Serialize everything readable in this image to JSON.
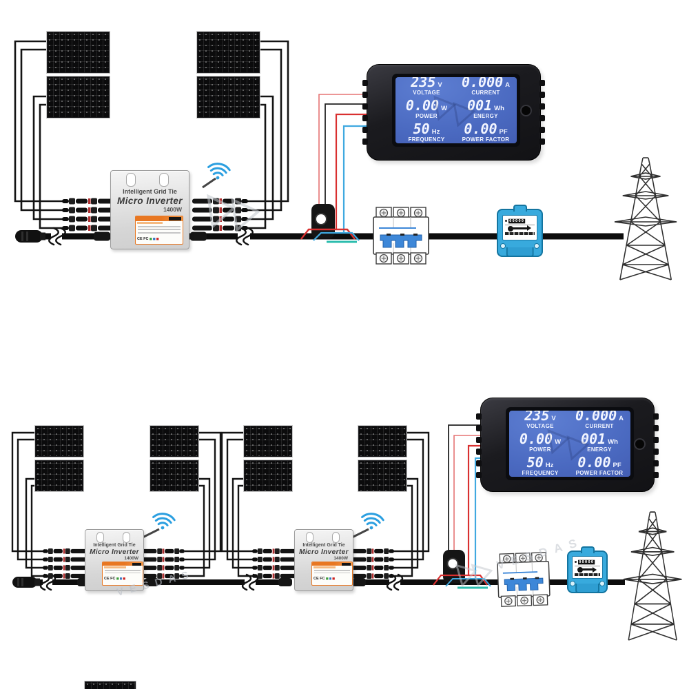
{
  "watermark": {
    "text": "VESDAS"
  },
  "inverter": {
    "brand_line": "Intelligent Grid Tie",
    "product_name": "Micro Inverter",
    "power_rating": "1400W",
    "cert_marks": "CE FC"
  },
  "meter_display": {
    "voltage_value": "235",
    "voltage_unit": "V",
    "voltage_label": "VOLTAGE",
    "current_value": "0.000",
    "current_unit": "A",
    "current_label": "CURRENT",
    "power_value": "0.00",
    "power_unit": "W",
    "power_label": "POWER",
    "energy_value": "001",
    "energy_unit": "Wh",
    "energy_label": "ENERGY",
    "frequency_value": "50",
    "frequency_unit": "Hz",
    "frequency_label": "FREQUENCY",
    "pf_value": "0.00",
    "pf_unit": "PF",
    "pf_label": "POWER FACTOR"
  },
  "energy_meter": {
    "counter": "00000"
  },
  "icons": {
    "wifi": "wifi-icon",
    "power_button": "power-button-icon",
    "screw": "screw-icon",
    "cable_break": "cable-break-icon",
    "watermark_logo": "triangle-logo-icon"
  },
  "colors": {
    "lcd_background": "#4a69c0",
    "meter_body": "#1b1b1f",
    "energy_meter_blue": "#38aadd",
    "breaker_toggle_blue": "#3d87d8",
    "sense_wire_red": "#d93030",
    "sense_wire_blue": "#3fa9e0",
    "neutral_wire_teal": "#2bbcae",
    "pv_wire_black": "#141414",
    "wifi_blue": "#2b9fe0",
    "inverter_label_orange": "#e87722"
  }
}
